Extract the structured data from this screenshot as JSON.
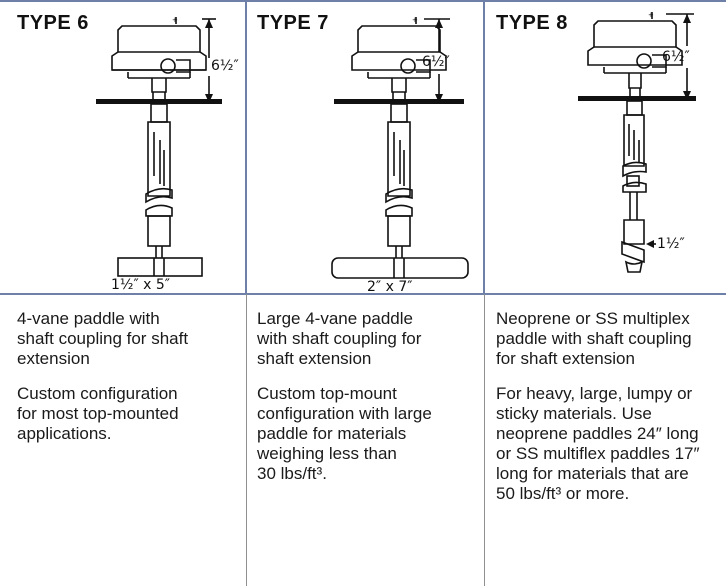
{
  "columns": [
    {
      "title": "TYPE 6",
      "height_dim": "6½″",
      "paddle_dim": "1½″ x 5″",
      "line1": [
        "4-vane paddle with",
        "shaft coupling for shaft",
        "extension"
      ],
      "line2": [
        "Custom configuration",
        "for most top-mounted",
        "applications."
      ]
    },
    {
      "title": "TYPE 7",
      "height_dim": "6½″",
      "paddle_dim": "2″ x 7″",
      "line1": [
        "Large 4-vane paddle",
        "with shaft coupling for",
        "shaft extension"
      ],
      "line2": [
        "Custom top-mount",
        "configuration with large",
        "paddle for materials",
        "weighing less than",
        "30 lbs/ft³."
      ]
    },
    {
      "title": "TYPE 8",
      "height_dim": "6½″",
      "paddle_dim": "1½″",
      "line1": [
        "Neoprene or SS multiplex",
        "paddle with shaft coupling",
        "for shaft extension"
      ],
      "line2": [
        "For heavy, large, lumpy or",
        "sticky materials. Use",
        "neoprene paddles 24″ long",
        "or SS multiflex paddles 17″",
        "long for materials that are",
        "50 lbs/ft³ or more."
      ]
    }
  ]
}
